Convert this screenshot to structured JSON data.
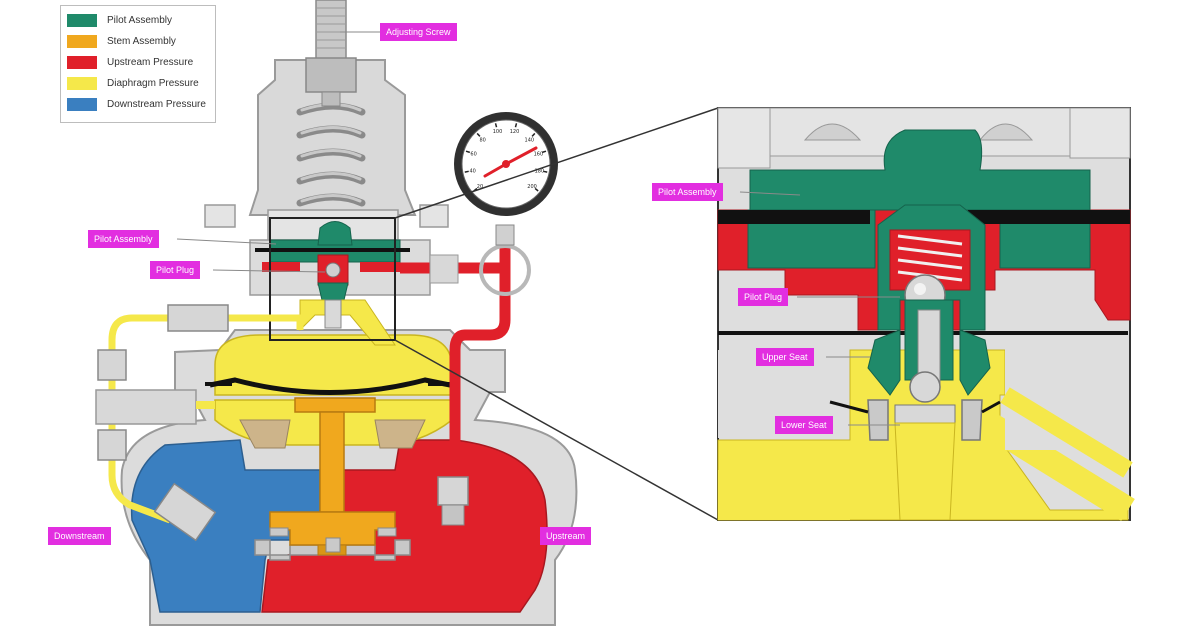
{
  "legend": {
    "items": [
      {
        "label": "Pilot Assembly",
        "color": "#1f8a6a"
      },
      {
        "label": "Stem Assembly",
        "color": "#f0a81e"
      },
      {
        "label": "Upstream Pressure",
        "color": "#e0202a"
      },
      {
        "label": "Diaphragm Pressure",
        "color": "#f5e84a"
      },
      {
        "label": "Downstream Pressure",
        "color": "#3a7fc0"
      }
    ]
  },
  "callouts": {
    "adjusting_screw": "Adjusting Screw",
    "pilot_assembly": "Pilot Assembly",
    "pilot_plug": "Pilot Plug",
    "downstream": "Downstream",
    "upstream": "Upstream",
    "detail_pilot_assembly": "Pilot Assembly",
    "detail_pilot_plug": "Pilot Plug",
    "upper_seat": "Upper Seat",
    "lower_seat": "Lower Seat"
  },
  "gauge": {
    "ticks": [
      "20",
      "40",
      "60",
      "80",
      "100",
      "120",
      "140",
      "160",
      "180",
      "200"
    ]
  },
  "colors": {
    "pilot": "#1f8a6a",
    "stem": "#f0a81e",
    "upstream": "#e0202a",
    "diaphragm": "#f5e84a",
    "downstream": "#3a7fc0",
    "body": "#dedede",
    "tag": "#e22ee0"
  }
}
